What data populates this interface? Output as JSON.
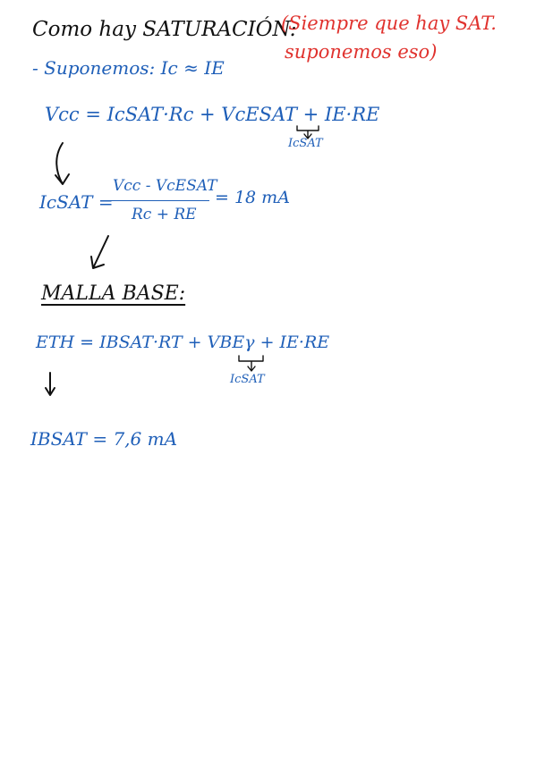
{
  "page": {
    "title_line": "Como hay SATURACIÓN:",
    "side_note": {
      "line1": "(Siempre que hay SAT.",
      "line2": "suponemos eso)"
    },
    "assumption": "- Suponemos: Ic ≈ IE",
    "collector_mesh": {
      "equation": "Vcc = IcSAT·Rc + VcESAT + IE·RE",
      "substitution": "IcSAT",
      "solution": {
        "lhs": "IcSAT =",
        "numerator": "Vcc - VcESAT",
        "denominator": "Rc + RE",
        "result": "= 18 mA"
      }
    },
    "base_mesh": {
      "heading": "MALLA BASE:",
      "equation": "ETH = IBSAT·RT + VBEγ + IE·RE",
      "substitution": "IcSAT",
      "result": "IBSAT = 7,6 mA"
    }
  },
  "colors": {
    "ink_black": "#111111",
    "ink_blue": "#1f5fb8",
    "ink_red": "#e0322e"
  }
}
